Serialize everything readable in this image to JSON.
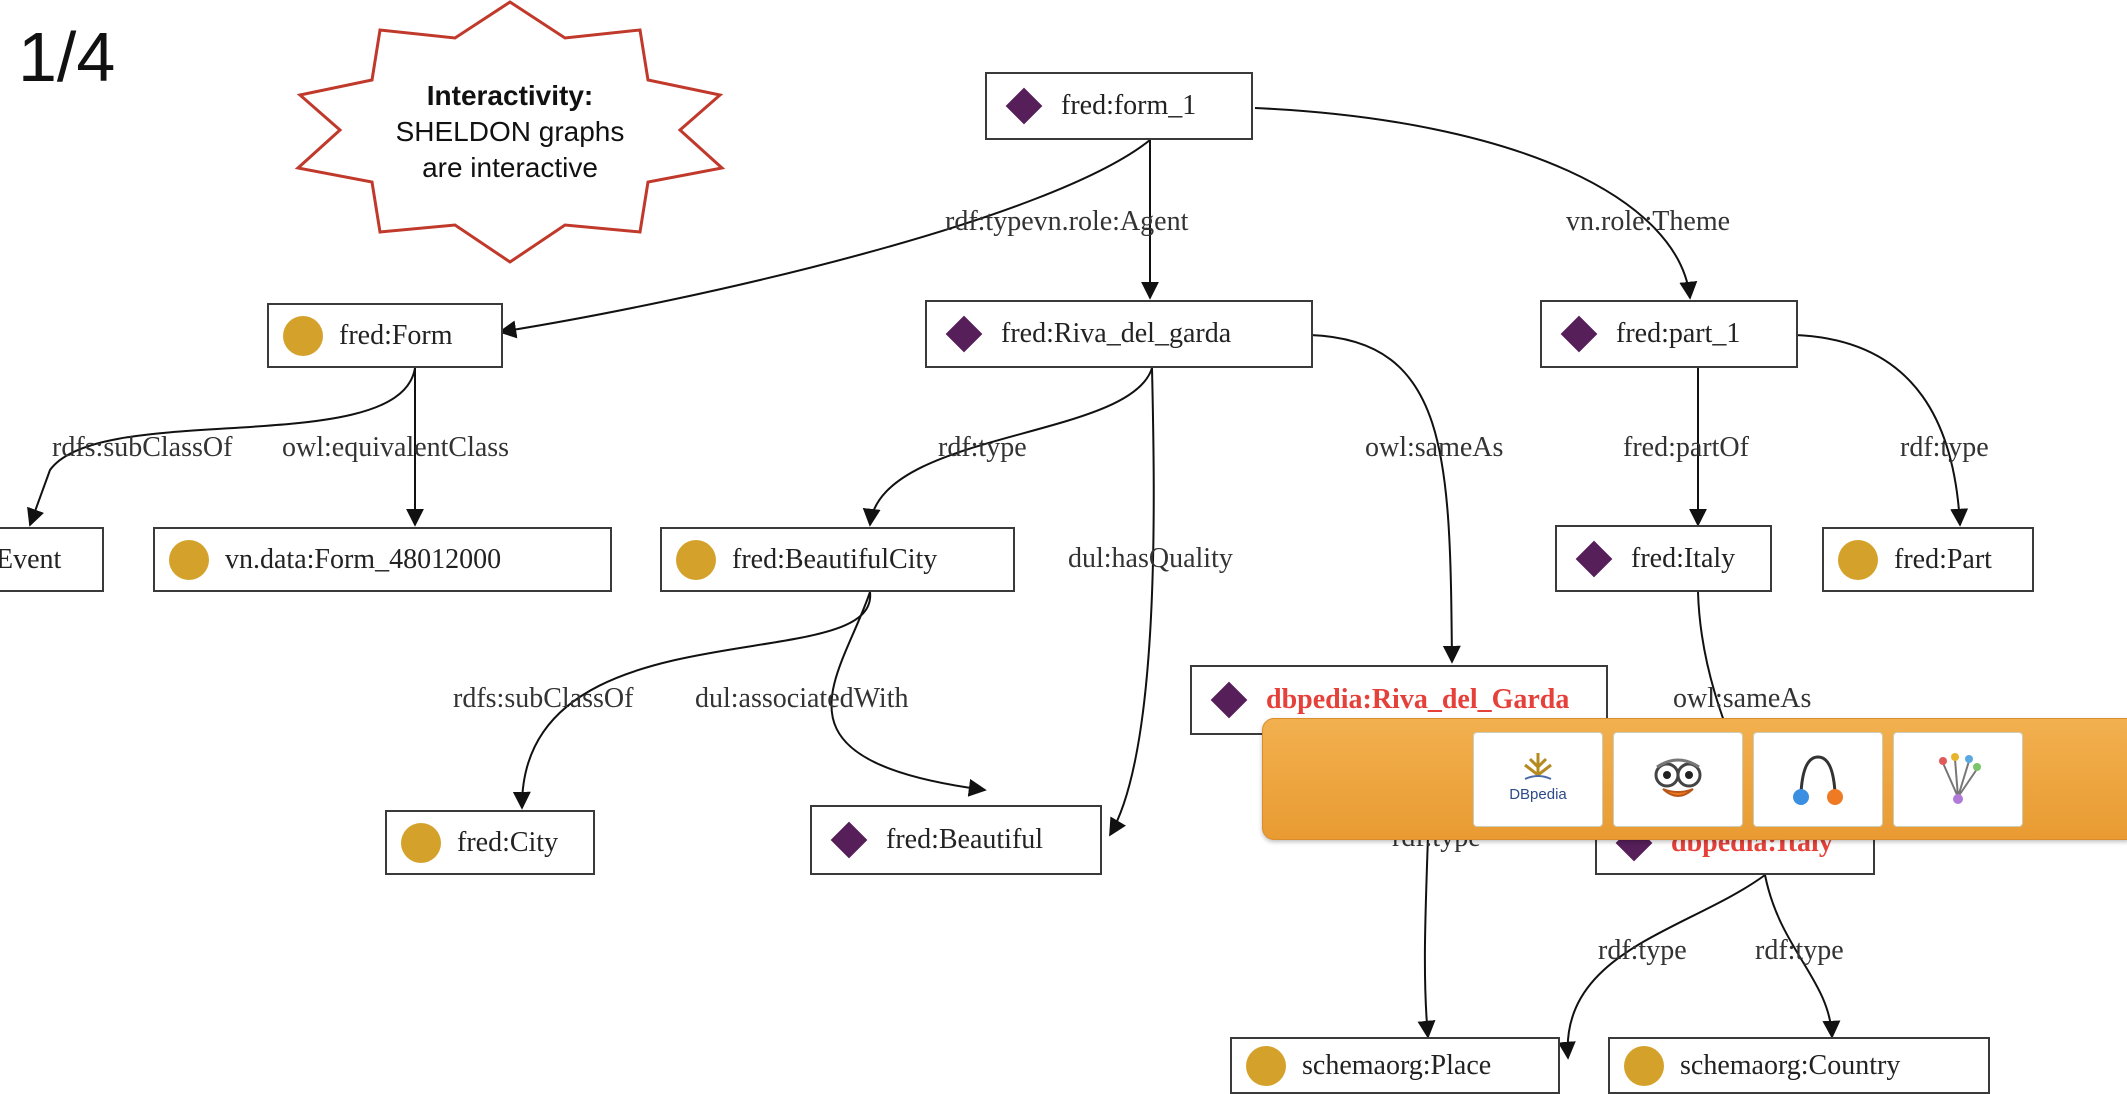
{
  "slide": {
    "number": "1/4"
  },
  "callout": {
    "title": "Interactivity:",
    "line1": "SHELDON graphs",
    "line2": "are interactive"
  },
  "nodes": {
    "form_1": "fred:form_1",
    "Form": "fred:Form",
    "Riva_del_garda": "fred:Riva_del_garda",
    "part_1": "fred:part_1",
    "Event": "Event",
    "Form_48012000": "vn.data:Form_48012000",
    "BeautifulCity": "fred:BeautifulCity",
    "Italy": "fred:Italy",
    "Part": "fred:Part",
    "dbpedia_Riva": "dbpedia:Riva_del_Garda",
    "City": "fred:City",
    "Beautiful": "fred:Beautiful",
    "dbpedia_Italy": "dbpedia:Italy",
    "Place": "schemaorg:Place",
    "Country": "schemaorg:Country"
  },
  "edges": {
    "typeAgent": "rdf:typevn.role:Agent",
    "theme": "vn.role:Theme",
    "subClassOf1": "rdfs:subClassOf",
    "equivalentClass": "owl:equivalentClass",
    "type1": "rdf:type",
    "sameAs1": "owl:sameAs",
    "partOf": "fred:partOf",
    "type2": "rdf:type",
    "hasQuality": "dul:hasQuality",
    "subClassOf2": "rdfs:subClassOf",
    "associatedWith": "dul:associatedWith",
    "sameAs2": "owl:sameAs",
    "type3": "rdf:type",
    "type4": "rdf:type",
    "type5": "rdf:type"
  },
  "toolbar": {
    "buttons": [
      {
        "name": "dbpedia",
        "icon": "dbpedia-icon",
        "caption": "DBpedia"
      },
      {
        "name": "sentiment",
        "icon": "bird-face-icon"
      },
      {
        "name": "link",
        "icon": "link-arc-icon"
      },
      {
        "name": "tree",
        "icon": "tree-icon"
      }
    ]
  },
  "colors": {
    "class_node": "#d4a22b",
    "instance_node": "#561f5a",
    "linked_text": "#e5413a",
    "toolbar": "#ef9f36",
    "callout_border": "#c0392b"
  }
}
